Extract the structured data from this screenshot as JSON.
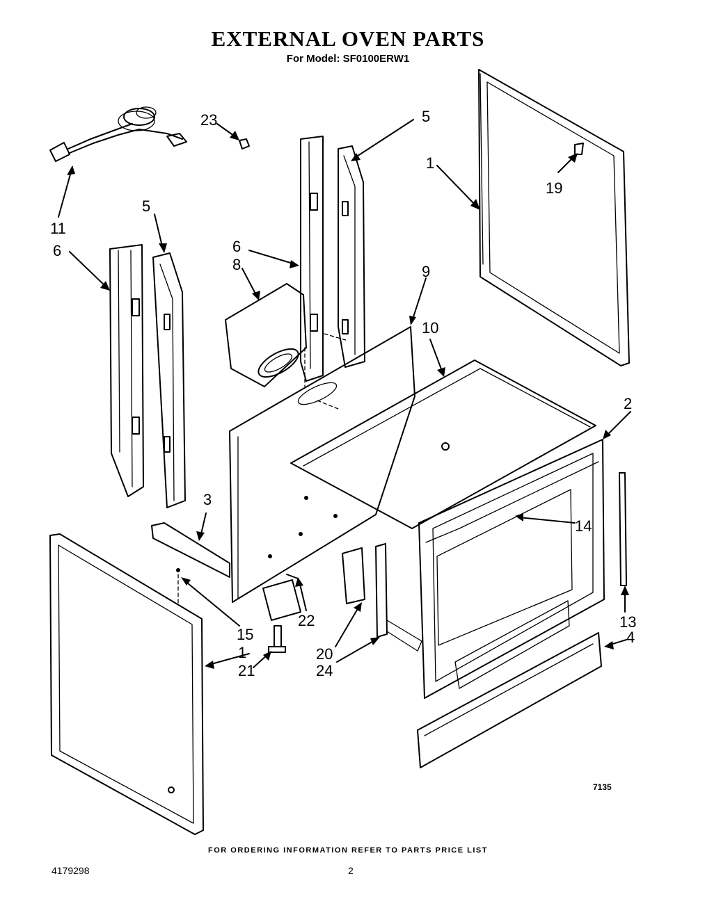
{
  "header": {
    "title": "EXTERNAL OVEN PARTS",
    "model_line": "For Model: SF0100ERW1"
  },
  "callouts": {
    "c1_top": "1",
    "c1_bottom": "1",
    "c2": "2",
    "c3": "3",
    "c4": "4",
    "c5_left": "5",
    "c5_right": "5",
    "c6_left": "6",
    "c6_mid": "6",
    "c8": "8",
    "c9": "9",
    "c10": "10",
    "c11": "11",
    "c13": "13",
    "c14": "14",
    "c15": "15",
    "c19": "19",
    "c20": "20",
    "c21": "21",
    "c22": "22",
    "c23": "23",
    "c24": "24"
  },
  "figure_code": "7135",
  "footer": {
    "ordering_note": "FOR ORDERING INFORMATION REFER TO PARTS PRICE LIST",
    "doc_number": "4179298",
    "page_number": "2"
  }
}
